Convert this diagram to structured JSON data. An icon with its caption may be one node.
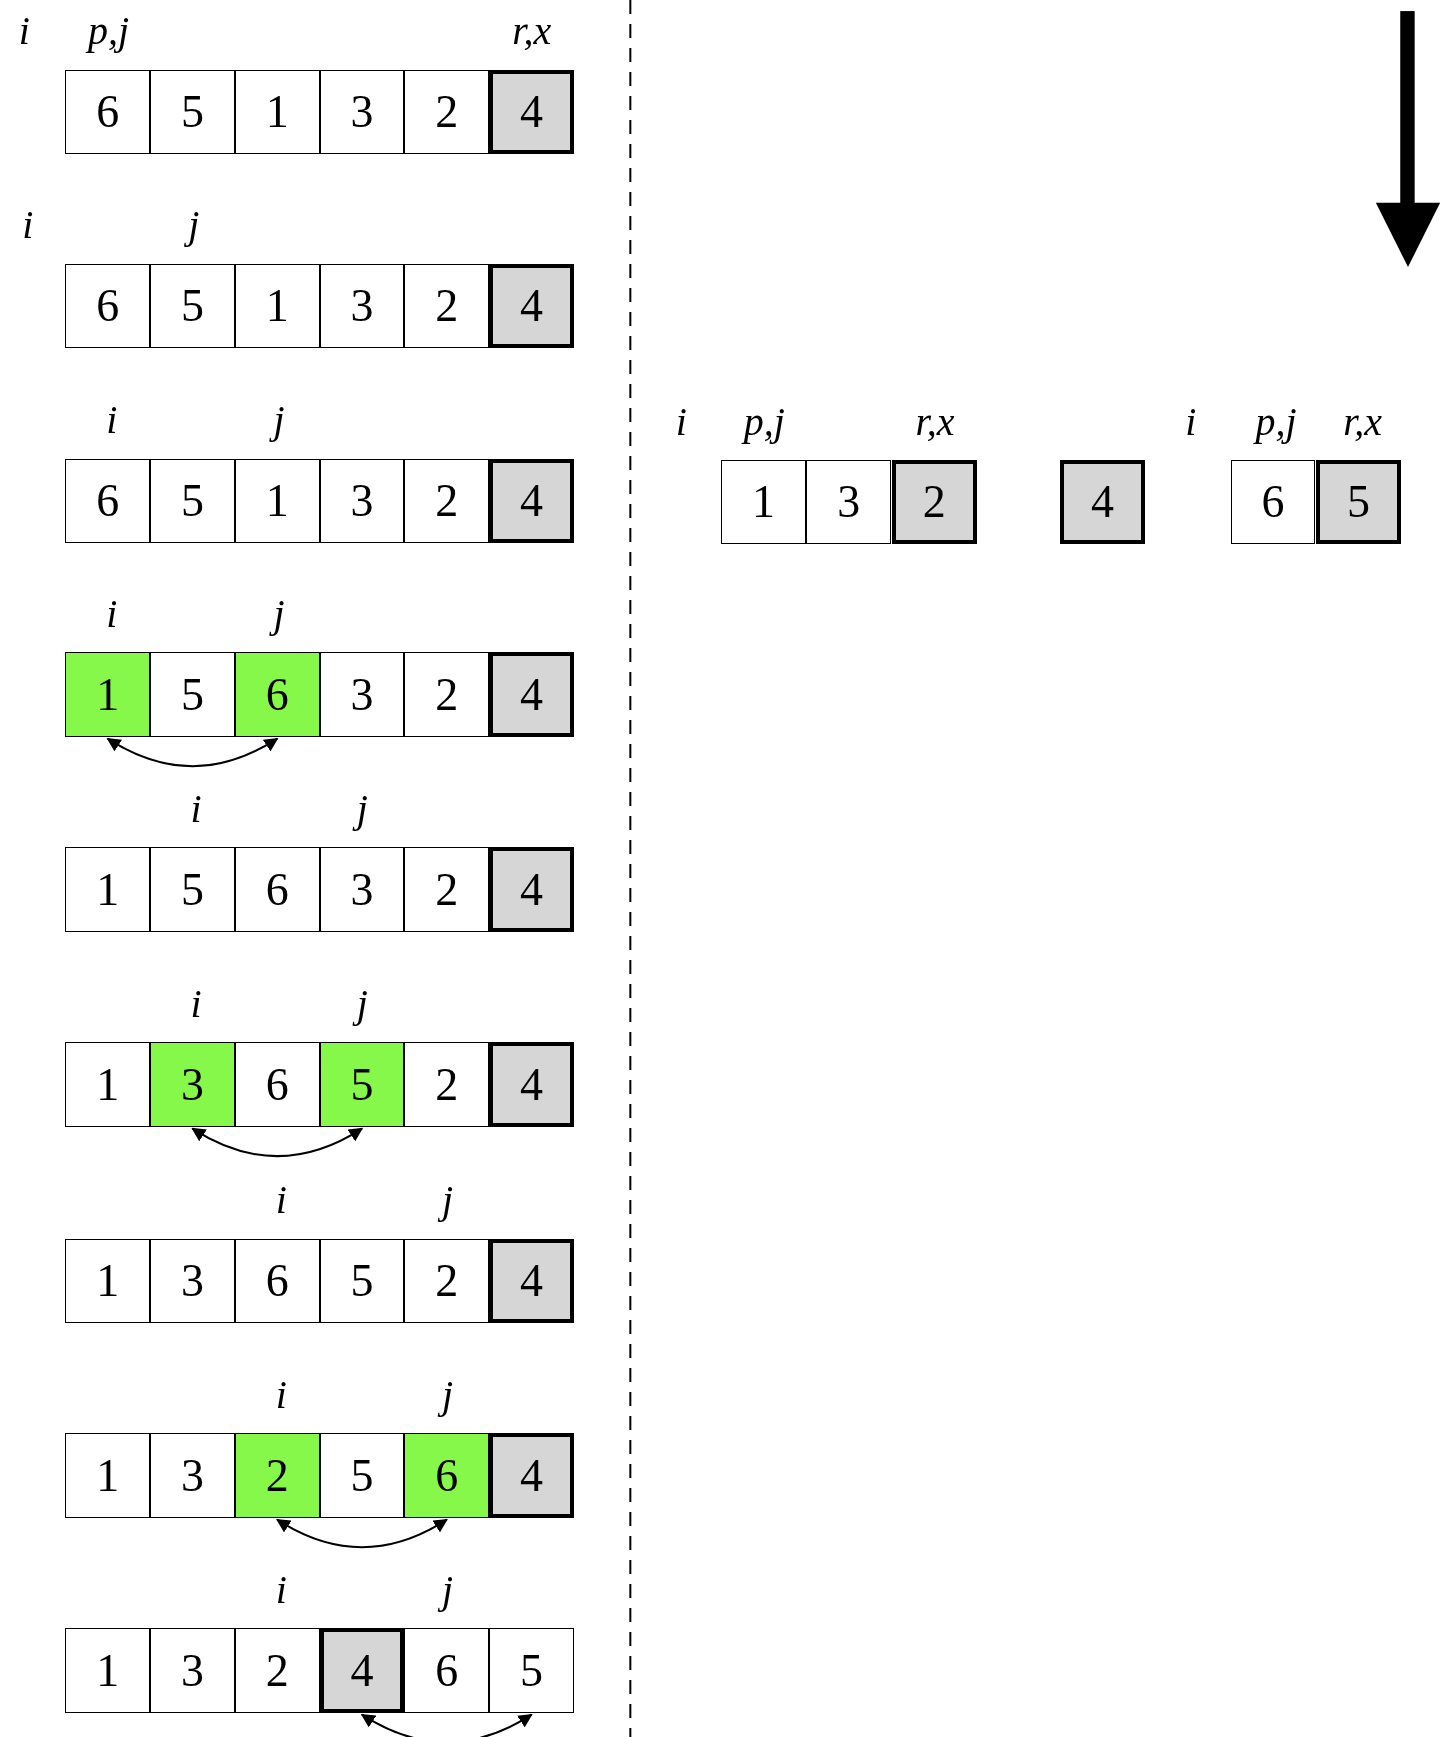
{
  "diagram": {
    "nodes": [
      {
        "text": [
          "6"
        ]
      },
      {
        "text": [
          "5"
        ]
      },
      {
        "text": [
          "1"
        ]
      },
      {
        "text": [
          "3"
        ]
      },
      {
        "text": [
          "2"
        ]
      },
      {
        "text": [
          "4"
        ]
      },
      {
        "text": [
          "6"
        ]
      },
      {
        "text": [
          "5"
        ]
      },
      {
        "text": [
          "1"
        ]
      },
      {
        "text": [
          "3"
        ]
      },
      {
        "text": [
          "2"
        ]
      },
      {
        "text": [
          "4"
        ]
      },
      {
        "text": [
          "6"
        ]
      },
      {
        "text": [
          "5"
        ]
      },
      {
        "text": [
          "1"
        ]
      },
      {
        "text": [
          "3"
        ]
      },
      {
        "text": [
          "2"
        ]
      },
      {
        "text": [
          "4"
        ]
      },
      {
        "text": [
          "1"
        ]
      },
      {
        "text": [
          "5"
        ]
      },
      {
        "text": [
          "6"
        ]
      },
      {
        "text": [
          "3"
        ]
      },
      {
        "text": [
          "2"
        ]
      },
      {
        "text": [
          "4"
        ]
      },
      {
        "text": [
          "1"
        ]
      },
      {
        "text": [
          "5"
        ]
      },
      {
        "text": [
          "6"
        ]
      },
      {
        "text": [
          "3"
        ]
      },
      {
        "text": [
          "2"
        ]
      },
      {
        "text": [
          "4"
        ]
      },
      {
        "text": [
          "1"
        ]
      },
      {
        "text": [
          "3"
        ]
      },
      {
        "text": [
          "6"
        ]
      },
      {
        "text": [
          "5"
        ]
      },
      {
        "text": [
          "2"
        ]
      },
      {
        "text": [
          "4"
        ]
      },
      {
        "text": [
          "1"
        ]
      },
      {
        "text": [
          "3"
        ]
      },
      {
        "text": [
          "6"
        ]
      },
      {
        "text": [
          "5"
        ]
      },
      {
        "text": [
          "2"
        ]
      },
      {
        "text": [
          "4"
        ]
      },
      {
        "text": [
          "1"
        ]
      },
      {
        "text": [
          "3"
        ]
      },
      {
        "text": [
          "2"
        ]
      },
      {
        "text": [
          "5"
        ]
      },
      {
        "text": [
          "6"
        ]
      },
      {
        "text": [
          "4"
        ]
      },
      {
        "text": [
          "1"
        ]
      },
      {
        "text": [
          "3"
        ]
      },
      {
        "text": [
          "2"
        ]
      },
      {
        "text": [
          "4"
        ]
      },
      {
        "text": [
          "6"
        ]
      },
      {
        "text": [
          "5"
        ]
      },
      {
        "text": [
          "1"
        ]
      },
      {
        "text": [
          "3"
        ]
      },
      {
        "text": [
          "2"
        ]
      },
      {
        "text": [
          "4"
        ]
      },
      {
        "text": [
          "6"
        ]
      },
      {
        "text": [
          "5"
        ]
      }
    ],
    "edges": [
      {
        "from": 18,
        "to": 20,
        "arrow": "both"
      },
      {
        "from": 31,
        "to": 33,
        "arrow": "both"
      },
      {
        "from": 44,
        "to": 46,
        "arrow": "both"
      },
      {
        "from": 51,
        "to": 53,
        "arrow": "both"
      }
    ],
    "labels": [
      "i",
      "p,j",
      "r,x",
      "i",
      "j",
      "i",
      "j",
      "i",
      "p,j",
      "r,x",
      "i",
      "p,j",
      "r,x",
      "i",
      "j",
      "i",
      "j",
      "i",
      "j",
      "i",
      "j",
      "i",
      "j",
      "i",
      "j"
    ]
  }
}
